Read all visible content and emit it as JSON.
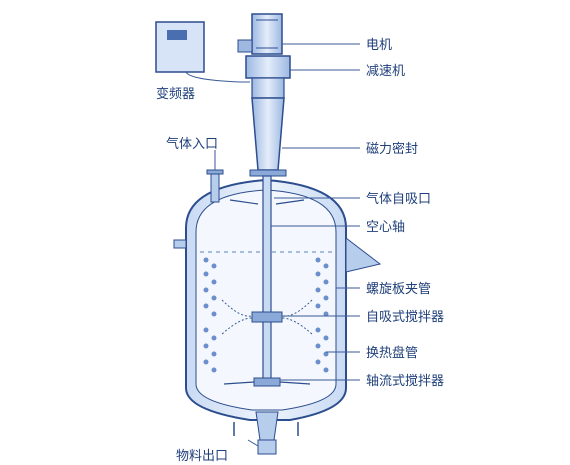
{
  "labels": {
    "motor": "电机",
    "reducer": "减速机",
    "magnetic_seal": "磁力密封",
    "gas_self_suction_port": "气体自吸口",
    "hollow_shaft": "空心轴",
    "spiral_plate_jacket": "螺旋板夹管",
    "self_suction_agitator": "自吸式搅拌器",
    "heat_exchange_coil": "换热盘管",
    "axial_flow_agitator": "轴流式搅拌器",
    "inverter": "变频器",
    "gas_inlet": "气体入口",
    "material_outlet": "物料出口"
  },
  "colors": {
    "line": "#2c4d8e",
    "fill_light": "#dde8f8",
    "fill_mid": "#b7cdec",
    "fill_dark": "#8aa9d8",
    "text": "#1f3f7a"
  }
}
